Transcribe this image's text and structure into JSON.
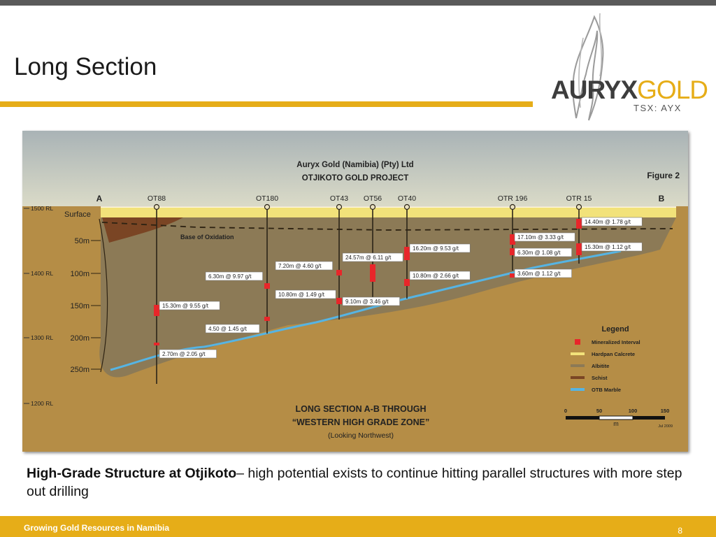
{
  "slide": {
    "title": "Long Section",
    "logo_text_primary": "AURYX",
    "logo_text_secondary": "GOLD",
    "ticker": "TSX: AYX"
  },
  "figure": {
    "company": "Auryx Gold (Namibia) (Pty) Ltd",
    "project": "OTJIKOTO GOLD PROJECT",
    "figure_label": "Figure 2",
    "section_start": "A",
    "section_end": "B",
    "surface_label": "Surface",
    "oxidation_label": "Base of Oxidation",
    "rl_levels": [
      "1500 RL",
      "1400 RL",
      "1300 RL",
      "1200 RL"
    ],
    "depth_labels": [
      "50m",
      "100m",
      "150m",
      "200m",
      "250m"
    ],
    "holes": [
      "OT88",
      "OT180",
      "OT43",
      "OT56",
      "OT40",
      "OTR 196",
      "OTR 15"
    ],
    "intercepts": [
      "14.40m @ 1.78 g/t",
      "17.10m @ 3.33 g/t",
      "6.30m @ 1.08 g/t",
      "15.30m @ 1.12 g/t",
      "3.60m @ 1.12 g/t",
      "16.20m @ 9.53 g/t",
      "10.80m @ 2.66 g/t",
      "24.57m @ 6.11 g/t",
      "7.20m @ 4.60 g/t",
      "10.80m @ 1.49 g/t",
      "9.10m @ 3.46 g/t",
      "6.30m @ 9.97 g/t",
      "15.30m @ 9.55 g/t",
      "4.50 @ 1.45 g/t",
      "2.70m @ 2.05 g/t"
    ],
    "legend": {
      "title": "Legend",
      "items": [
        {
          "label": "Mineralized Interval",
          "color": "#e8262a"
        },
        {
          "label": "Hardpan Calcrete",
          "color": "#f2e27a"
        },
        {
          "label": "Albitite",
          "color": "#8c7a56"
        },
        {
          "label": "Schist",
          "color": "#7a4524"
        },
        {
          "label": "OTB Marble",
          "color": "#56b4e3"
        }
      ]
    },
    "section_title_line1": "LONG SECTION A-B THROUGH",
    "section_title_line2": "“WESTERN HIGH GRADE ZONE”",
    "section_subtitle": "(Looking Northwest)",
    "scale_ticks": [
      "0",
      "50",
      "100",
      "150"
    ],
    "scale_unit": "m",
    "date": "Jul 2009"
  },
  "caption": {
    "bold": "High-Grade Structure at Otjikoto",
    "text": "– high potential exists to continue hitting parallel structures with more step out drilling"
  },
  "footer": {
    "text": "Growing Gold Resources in Namibia",
    "page": "8"
  }
}
